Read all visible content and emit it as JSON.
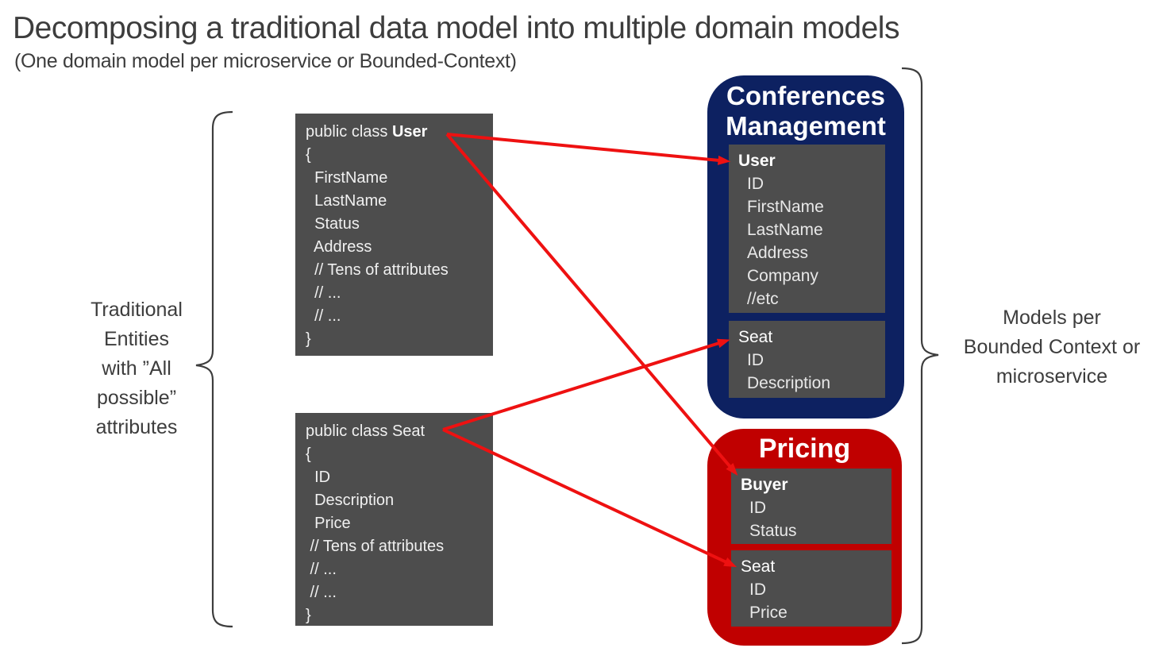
{
  "title": "Decomposing a traditional data model into multiple domain models",
  "subtitle": "(One domain model per microservice or Bounded-Context)",
  "left_label": [
    "Traditional",
    "Entities",
    "with ”All",
    "possible”",
    "attributes"
  ],
  "right_label": [
    "Models per",
    "Bounded Context or",
    "microservice"
  ],
  "code_boxes": [
    {
      "keyword": "public class ",
      "name": "User",
      "body": [
        "{",
        "  FirstName",
        "  LastName",
        "  Status",
        "  Address",
        "  // Tens of attributes",
        "  // ...",
        "  // ...",
        "}"
      ]
    },
    {
      "keyword": "public class ",
      "name": "Seat",
      "body": [
        "{",
        "  ID",
        "  Description",
        "  Price",
        " // Tens of attributes",
        " // ...",
        " // ...",
        "}"
      ]
    }
  ],
  "conferences": {
    "title": "Conferences Management",
    "entities": [
      {
        "name": "User",
        "attrs": [
          "ID",
          "FirstName",
          "LastName",
          "Address",
          "Company",
          "//etc"
        ]
      },
      {
        "name": "Seat",
        "attrs": [
          "ID",
          "Description"
        ]
      }
    ]
  },
  "pricing": {
    "title": "Pricing",
    "entities": [
      {
        "name": "Buyer",
        "attrs": [
          "ID",
          "Status"
        ]
      },
      {
        "name": "Seat",
        "attrs": [
          "ID",
          "Price"
        ]
      }
    ]
  },
  "colors": {
    "conferences_bg": "#0d2161",
    "pricing_bg": "#c00000",
    "box_bg": "#4d4d4d",
    "box_text": "#e8e8e8",
    "arrow": "#ee1111",
    "text": "#3d3d3d"
  }
}
